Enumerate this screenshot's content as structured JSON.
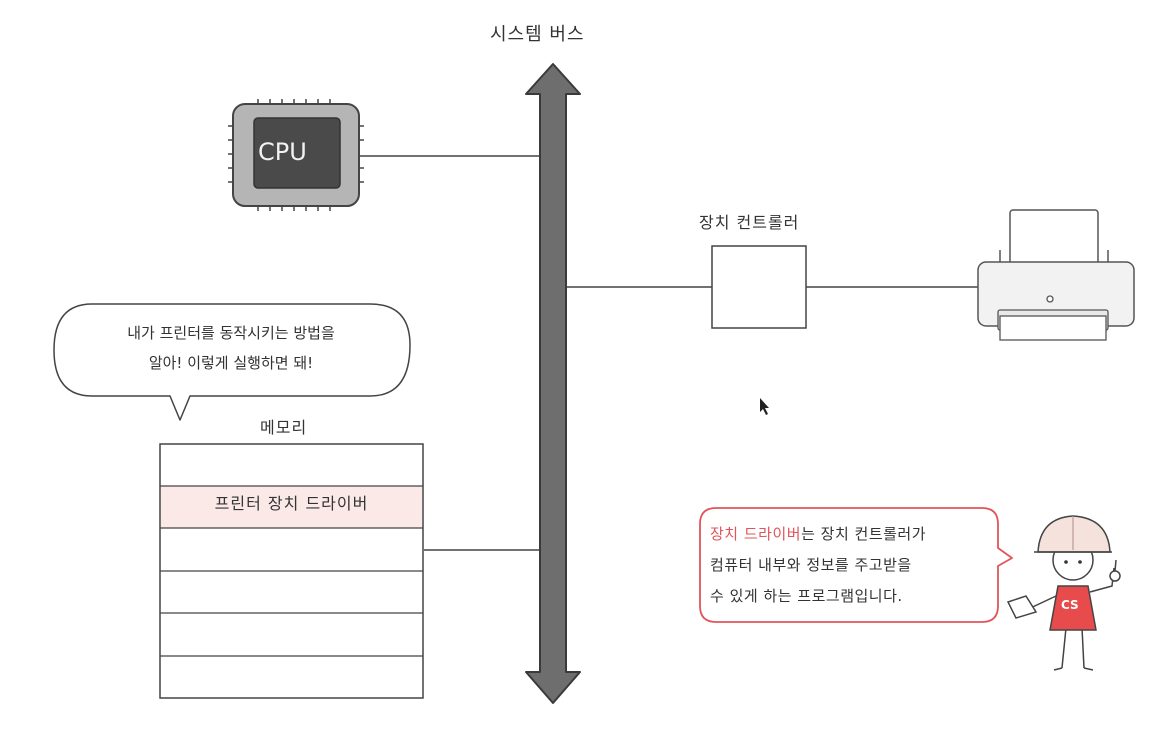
{
  "system_bus": {
    "label": "시스템 버스"
  },
  "cpu": {
    "label": "CPU"
  },
  "device_controller": {
    "label": "장치 컨트롤러"
  },
  "memory": {
    "label": "메모리",
    "highlighted_row": "프린터 장치 드라이버"
  },
  "speech_bubble": {
    "line1": "내가 프린터를 동작시키는 방법을",
    "line2": "알아! 이렇게 실행하면 돼!"
  },
  "note": {
    "highlight": "장치 드라이버",
    "line1_rest": "는 장치 컨트롤러가",
    "line2": "컴퓨터 내부와 정보를 주고받을",
    "line3": "수 있게 하는 프로그램입니다."
  },
  "mascot": {
    "shirt_label": "CS"
  },
  "colors": {
    "bus": "#6e6e6e",
    "memory_highlight": "#fbe9e7",
    "note_border": "#e0555a",
    "mascot_shirt": "#e84b4b",
    "mascot_helmet": "#f5e2dc",
    "cpu_core": "#4a4a4a",
    "cpu_frame": "#b5b5b5"
  }
}
